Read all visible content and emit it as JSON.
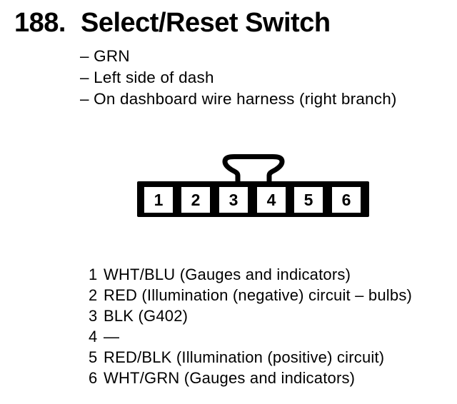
{
  "header": {
    "number": "188.",
    "title": "Select/Reset Switch"
  },
  "attributes": {
    "items": [
      "– GRN",
      "– Left side of dash",
      "– On dashboard wire harness (right branch)"
    ]
  },
  "connector": {
    "cavities": [
      "1",
      "2",
      "3",
      "4",
      "5",
      "6"
    ]
  },
  "pins": {
    "rows": [
      {
        "num": "1",
        "desc": "WHT/BLU (Gauges and indicators)"
      },
      {
        "num": "2",
        "desc": "RED (Illumination (negative) circuit – bulbs)"
      },
      {
        "num": "3",
        "desc": "BLK (G402)"
      },
      {
        "num": "4",
        "desc": "—"
      },
      {
        "num": "5",
        "desc": "RED/BLK (Illumination (positive) circuit)"
      },
      {
        "num": "6",
        "desc": "WHT/GRN (Gauges and indicators)"
      }
    ]
  },
  "colors": {
    "ink": "#000000",
    "paper": "#ffffff"
  }
}
